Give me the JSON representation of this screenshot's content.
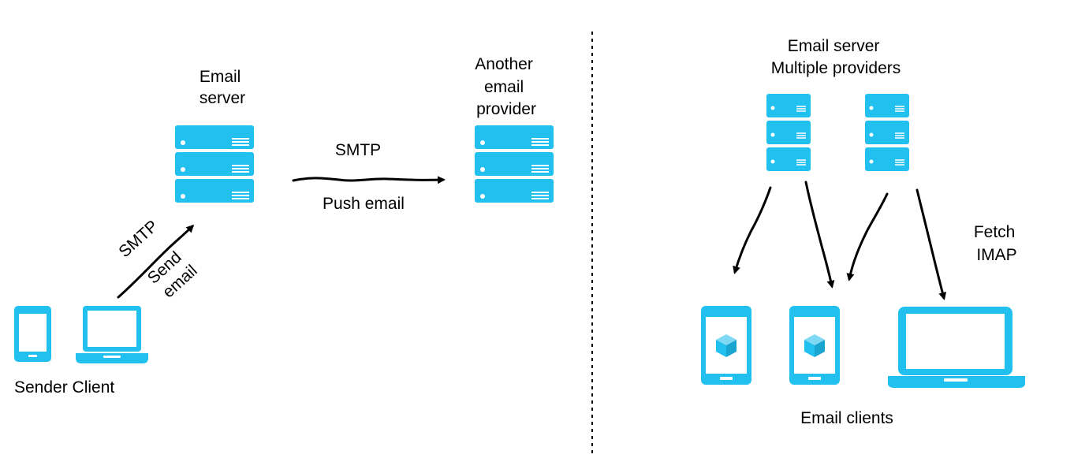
{
  "colors": {
    "device": "#22c0ef",
    "line": "#000000"
  },
  "left": {
    "email_server_label": [
      "Email",
      "server"
    ],
    "another_provider_label": [
      "Another",
      "email",
      "provider"
    ],
    "smtp_top_label": "SMTP",
    "push_email_label": "Push email",
    "smtp_diag_label": "SMTP",
    "send_email_label": [
      "Send",
      "email"
    ],
    "sender_client_label": "Sender Client"
  },
  "right": {
    "server_title": [
      "Email server",
      "Multiple providers"
    ],
    "fetch_label": [
      "Fetch",
      "IMAP"
    ],
    "clients_label": "Email clients"
  },
  "icons": [
    "server-icon",
    "phone-icon",
    "laptop-icon",
    "tablet-app-icon",
    "cube-icon"
  ]
}
